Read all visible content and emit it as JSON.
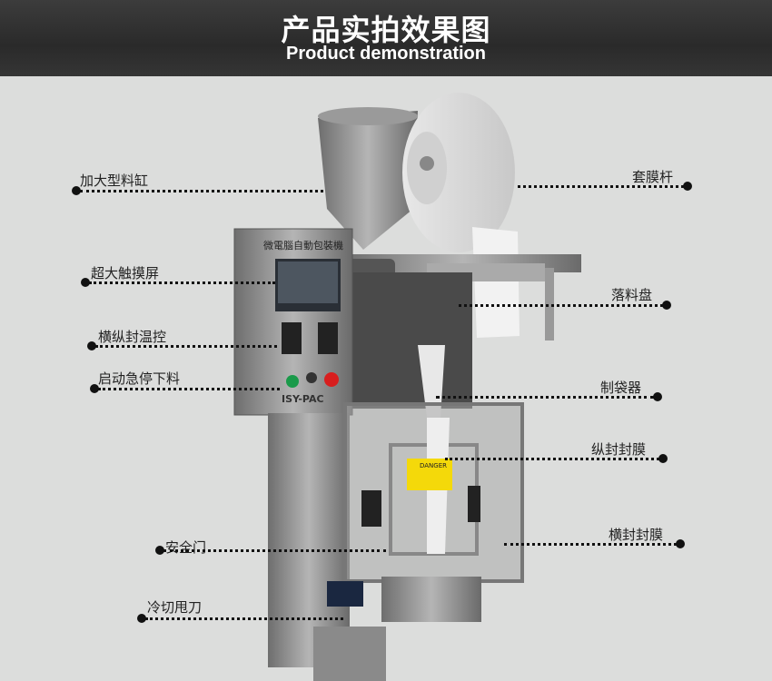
{
  "header": {
    "title_cn": "产品实拍效果图",
    "title_en": "Product demonstration"
  },
  "machine_markings": {
    "panel_name": "微電腦自動包裝機",
    "brand": "ISY-PAC",
    "warning": "DANGER"
  },
  "callouts_left": [
    {
      "label": "加大型料缸"
    },
    {
      "label": "超大触摸屏"
    },
    {
      "label": "横纵封温控"
    },
    {
      "label": "启动急停下料"
    },
    {
      "label": "安全门"
    },
    {
      "label": "冷切甩刀"
    }
  ],
  "callouts_right": [
    {
      "label": "套膜杆"
    },
    {
      "label": "落料盘"
    },
    {
      "label": "制袋器"
    },
    {
      "label": "纵封封膜"
    },
    {
      "label": "横封封膜"
    }
  ],
  "colors": {
    "banner": "#2f2f2f",
    "background": "#dcdddc",
    "steel": "#8c8c8c"
  }
}
